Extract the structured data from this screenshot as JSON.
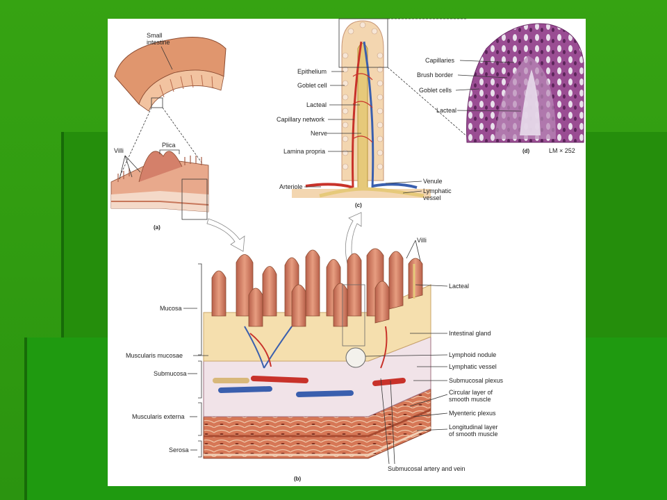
{
  "labels": {
    "small_intestine": [
      "Small",
      "intestine"
    ],
    "plica": "Plica",
    "villi_a": "Villi",
    "panel_a": "(a)",
    "epithelium": "Epithelium",
    "goblet_cell": "Goblet cell",
    "lacteal_c": "Lacteal",
    "capillary_network": "Capillary network",
    "nerve": "Nerve",
    "lamina_propria": "Lamina propria",
    "arteriole": "Arteriole",
    "venule": "Venule",
    "lymphatic_vessel_c": [
      "Lymphatic",
      "vessel"
    ],
    "panel_c": "(c)",
    "capillaries": "Capillaries",
    "brush_border": "Brush border",
    "goblet_cells": "Goblet cells",
    "lacteal_d": "Lacteal",
    "panel_d": "(d)",
    "magnification": "LM × 252",
    "villi_b": "Villi",
    "lacteal_b": "Lacteal",
    "intestinal_gland": "Intestinal gland",
    "lymphoid_nodule": "Lymphoid nodule",
    "lymphatic_vessel_b": "Lymphatic vessel",
    "submucosal_plexus": "Submucosal plexus",
    "circular_layer": [
      "Circular layer of",
      "smooth muscle"
    ],
    "myenteric_plexus": "Myenteric plexus",
    "longitudinal_layer": [
      "Longitudinal layer",
      "of smooth muscle"
    ],
    "submucosal_artery_vein": "Submucosal artery and vein",
    "mucosa": "Mucosa",
    "muscularis_mucosae": "Muscularis mucosae",
    "submucosa": "Submucosa",
    "muscularis_externa": "Muscularis externa",
    "serosa": "Serosa",
    "panel_b": "(b)"
  },
  "colors": {
    "background": "#2f9a12",
    "panel": "#ffffff",
    "villus": "#d98a6a",
    "villus_dark": "#b86548",
    "lamina": "#f2d9a6",
    "artery": "#c8322a",
    "vein": "#3a5fae",
    "muscle": "#cf6a4c",
    "histology": "#8a3f86"
  }
}
